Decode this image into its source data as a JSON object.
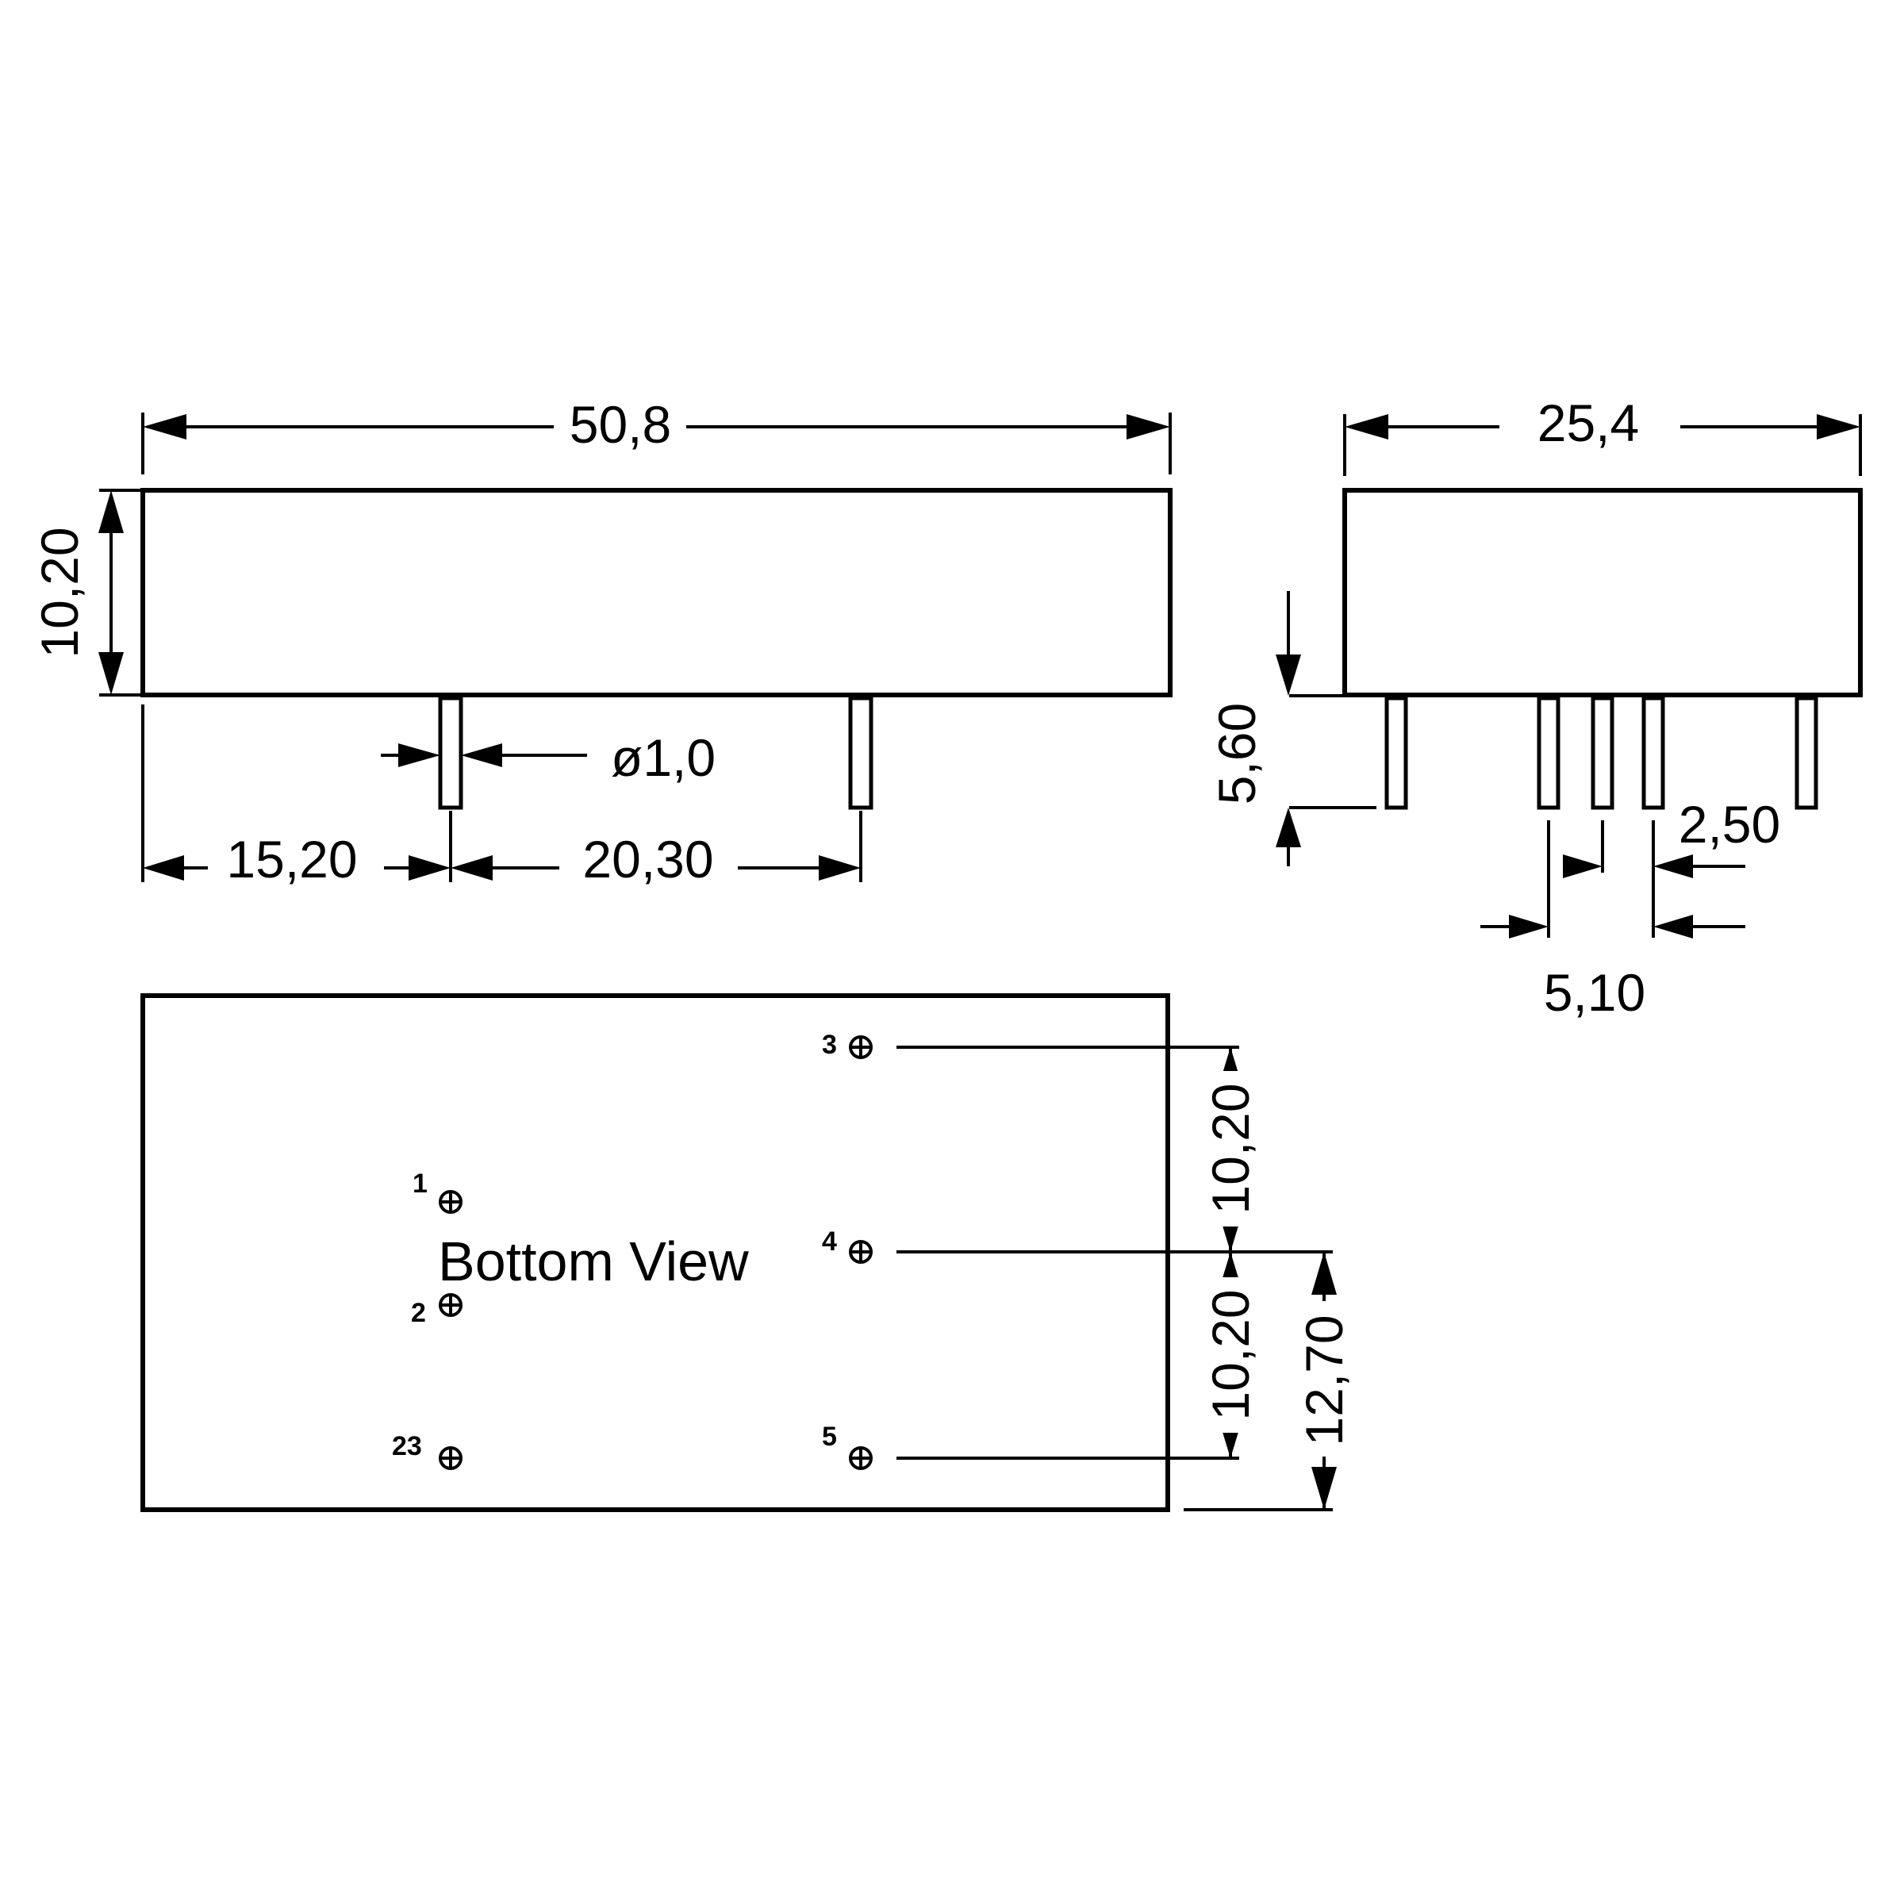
{
  "dimensions": {
    "side_length": "50,8",
    "side_height": "10,20",
    "pin_diameter": "ø1,0",
    "pin1_offset": "15,20",
    "pin_row_spacing": "20,30",
    "end_width": "25,4",
    "pin_length": "5,60",
    "pin_pitch": "2,50",
    "pin_pitch_double": "5,10",
    "bottom_pin_spacing_upper": "10,20",
    "bottom_pin_spacing_lower": "10,20",
    "bottom_edge_offset": "12,70"
  },
  "bottom_view": {
    "label": "Bottom View",
    "pins": [
      "1",
      "2",
      "3",
      "4",
      "5",
      "23"
    ]
  }
}
